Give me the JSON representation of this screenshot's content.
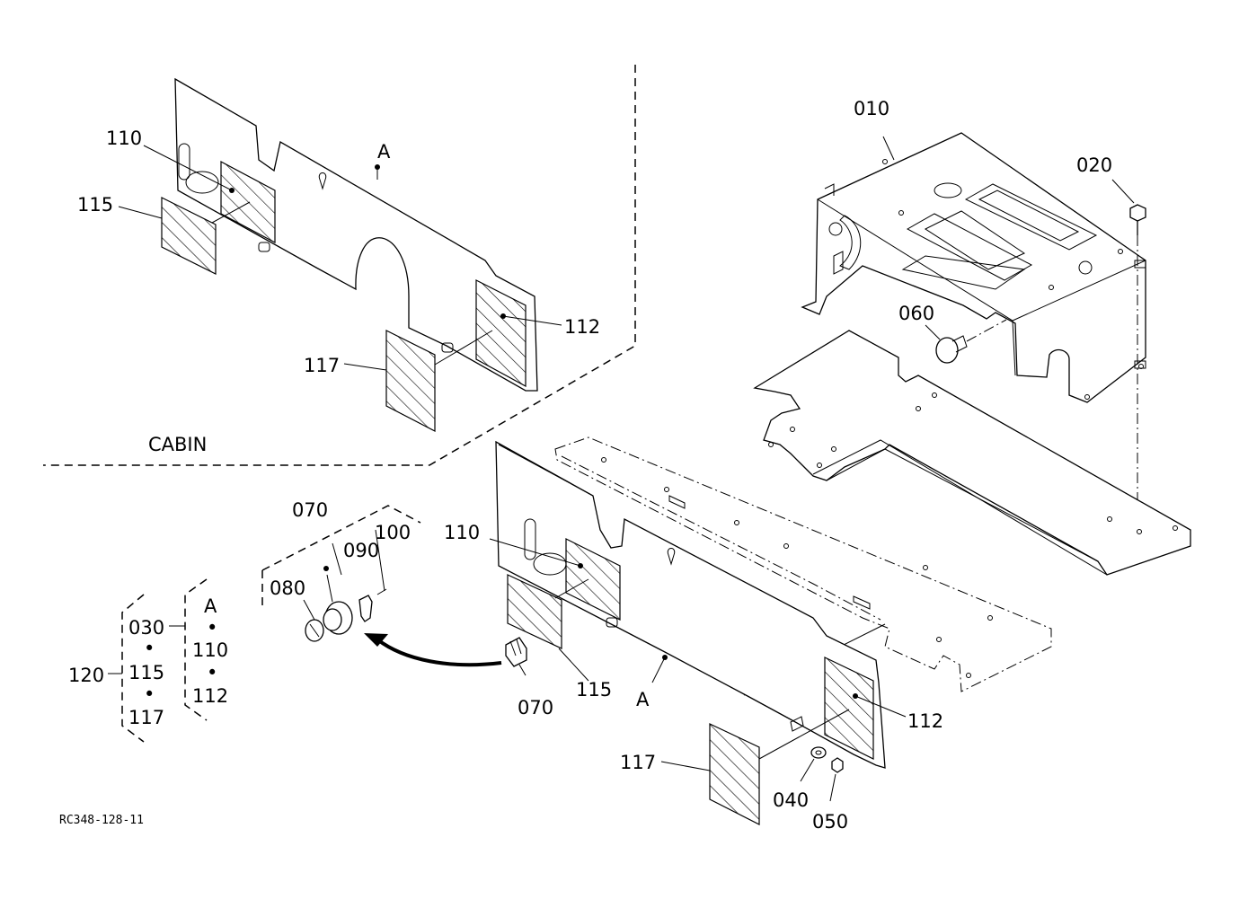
{
  "diagram_id": "RC348-128-11",
  "region_label": "CABIN",
  "parts": {
    "p010": "010",
    "p020": "020",
    "p030": "030",
    "p040": "040",
    "p050": "050",
    "p060": "060",
    "p070": "070",
    "p080": "080",
    "p090": "090",
    "p100": "100",
    "p110": "110",
    "p112": "112",
    "p115": "115",
    "p117": "117",
    "p120": "120"
  },
  "ref_a": "A",
  "bullet": "•"
}
